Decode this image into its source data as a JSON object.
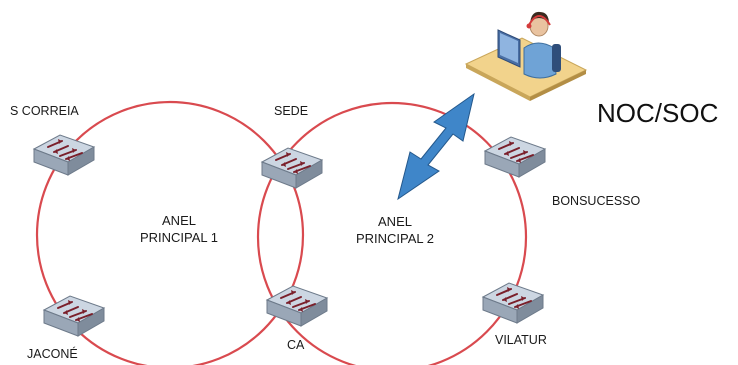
{
  "rings": [
    {
      "title": "ANEL",
      "subtitle": "PRINCIPAL 1"
    },
    {
      "title": "ANEL",
      "subtitle": "PRINCIPAL 2"
    }
  ],
  "nodes": {
    "s_correia": "S CORREIA",
    "sede": "SEDE",
    "bonsucesso": "BONSUCESSO",
    "jacone": "JACONÉ",
    "ca": "CA",
    "vilatur": "VILATUR"
  },
  "noc_label": "NOC/SOC",
  "colors": {
    "ring": "#d94a4f",
    "link_arrow": "#3f86c9",
    "switch_top": "#c9d3df",
    "switch_side": "#8d99a8",
    "switch_arrow": "#7a1f2a"
  },
  "icons": {
    "switch": "network-switch-icon",
    "operator": "operator-workstation-icon",
    "link": "double-arrow-icon"
  }
}
